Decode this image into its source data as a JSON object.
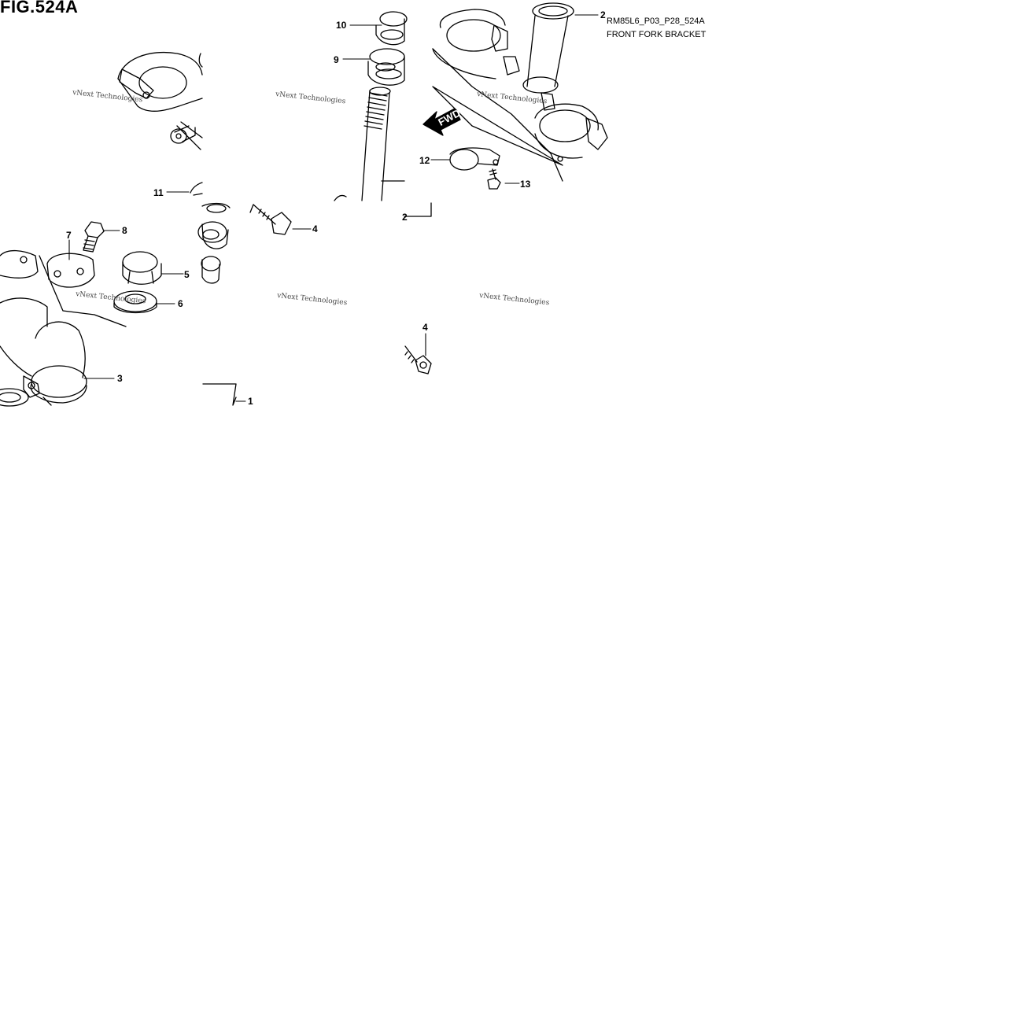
{
  "figure": {
    "title": "FIG.524A",
    "code": "RM85L6_P03_P28_524A",
    "name": "FRONT FORK BRACKET"
  },
  "direction_label": "FWD",
  "watermark": "vNext Technologies",
  "callouts": {
    "c1": "1",
    "c2a": "2",
    "c2b": "2",
    "c3": "3",
    "c4a": "4",
    "c4b": "4",
    "c5": "5",
    "c6": "6",
    "c7": "7",
    "c8": "8",
    "c9": "9",
    "c10": "10",
    "c11": "11",
    "c12": "12",
    "c13": "13"
  }
}
